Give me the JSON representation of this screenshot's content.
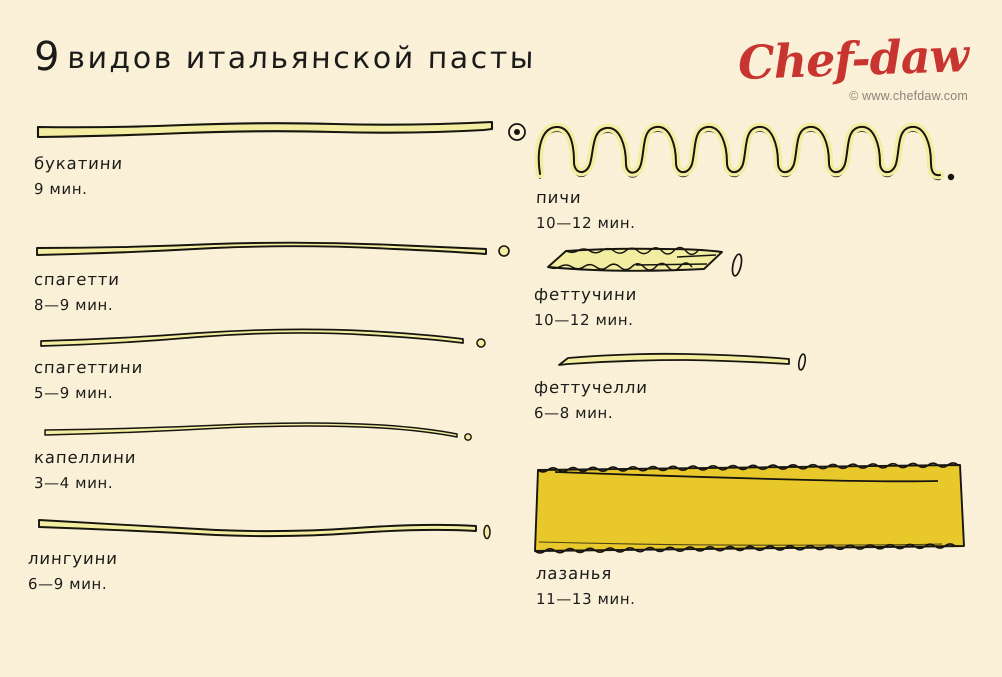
{
  "page": {
    "title_number": "9",
    "title_rest": "видов итальянской пасты",
    "background_color": "#fbf1d9",
    "ink_color": "#1b1b19",
    "noodle_fill": "#f2eda0",
    "lasagna_fill": "#e8c82a"
  },
  "logo": {
    "word": "Chef-daw",
    "url": "© www.chefdaw.com",
    "color": "#c8342f"
  },
  "pasta": [
    {
      "id": "bucatini",
      "name": "букатини",
      "time": "9 мин.",
      "shape": "long-strand",
      "end_icon": "ring",
      "column": "left"
    },
    {
      "id": "spaghetti",
      "name": "спагетти",
      "time": "8—9 мин.",
      "shape": "long-strand",
      "end_icon": "circle",
      "column": "left"
    },
    {
      "id": "spaghettini",
      "name": "спагеттини",
      "time": "5—9 мин.",
      "shape": "long-strand",
      "end_icon": "circle-small",
      "column": "left"
    },
    {
      "id": "capellini",
      "name": "капеллини",
      "time": "3—4 мин.",
      "shape": "long-strand",
      "end_icon": "circle-tiny",
      "column": "left"
    },
    {
      "id": "linguine",
      "name": "лингуини",
      "time": "6—9 мин.",
      "shape": "long-strand",
      "end_icon": "oval-upright",
      "column": "left"
    },
    {
      "id": "pici",
      "name": "пичи",
      "time": "10—12 мин.",
      "shape": "wavy-thick",
      "end_icon": "dot",
      "column": "right"
    },
    {
      "id": "fettuccine",
      "name": "феттучини",
      "time": "10—12 мин.",
      "shape": "wide-ribbon",
      "end_icon": "oval-slanted",
      "column": "right"
    },
    {
      "id": "fettucelli",
      "name": "феттучелли",
      "time": "6—8 мин.",
      "shape": "narrow-ribbon",
      "end_icon": "oval-slanted-small",
      "column": "right"
    },
    {
      "id": "lasagna",
      "name": "лазанья",
      "time": "11—13 мин.",
      "shape": "sheet",
      "end_icon": "none",
      "column": "right"
    }
  ]
}
